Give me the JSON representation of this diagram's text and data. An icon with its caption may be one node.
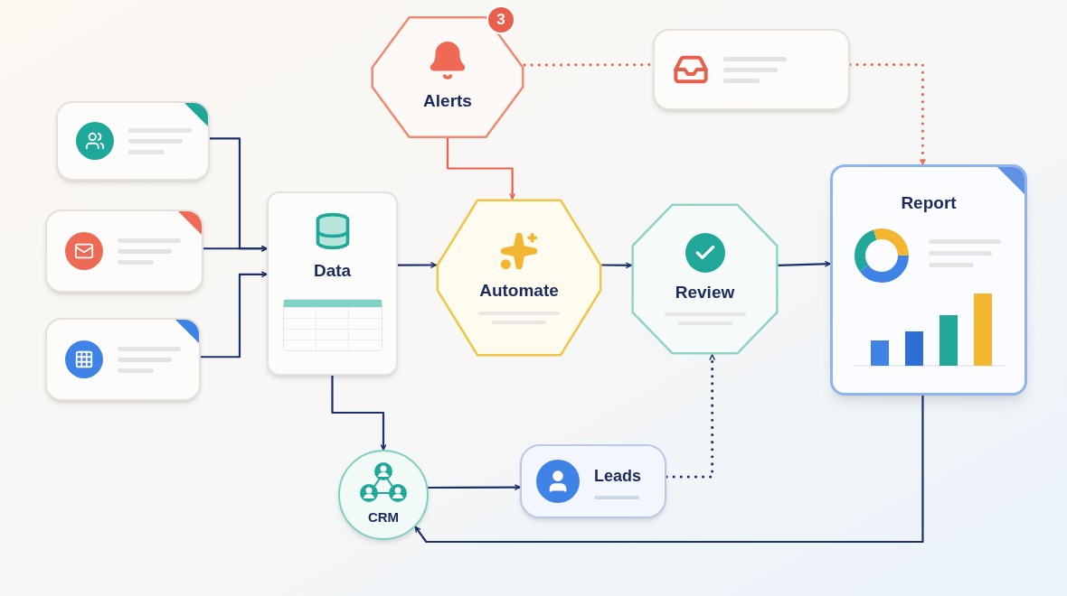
{
  "diagram": {
    "nodes": [
      {
        "text": [],
        "shape": "box"
      },
      {
        "text": [],
        "shape": "box"
      },
      {
        "text": [],
        "shape": "box"
      },
      {
        "text": [
          "Data"
        ]
      },
      {
        "text": [
          "Alerts"
        ],
        "beside": [
          "3"
        ]
      },
      {
        "text": [],
        "shape": "box"
      },
      {
        "text": [
          "Automate"
        ]
      },
      {
        "text": [
          "Review"
        ]
      },
      {
        "text": [
          "Report"
        ]
      },
      {
        "text": [
          "CRM"
        ]
      },
      {
        "text": [
          "Leads"
        ]
      }
    ],
    "edges": [
      {
        "from": 0,
        "to": 3,
        "arrow": "to"
      },
      {
        "from": 1,
        "to": 3,
        "arrow": "to"
      },
      {
        "from": 2,
        "to": 3,
        "arrow": "to"
      },
      {
        "from": 3,
        "to": 6,
        "arrow": "to"
      },
      {
        "from": 6,
        "to": 7,
        "arrow": "to"
      },
      {
        "from": 7,
        "to": 8,
        "arrow": "to"
      },
      {
        "from": 4,
        "to": 6,
        "arrow": "to",
        "color": "#e8604c"
      },
      {
        "from": 4,
        "to": 5,
        "arrow": "none",
        "style": "dashed",
        "color": "#e8604c"
      },
      {
        "from": 5,
        "to": 8,
        "arrow": "to",
        "style": "dashed",
        "color": "#e8604c"
      },
      {
        "from": 3,
        "to": 9,
        "arrow": "to"
      },
      {
        "from": 9,
        "to": 10,
        "arrow": "to"
      },
      {
        "from": 10,
        "to": 7,
        "arrow": "to",
        "style": "dashed"
      },
      {
        "from": 8,
        "to": 9,
        "arrow": "to"
      }
    ]
  }
}
